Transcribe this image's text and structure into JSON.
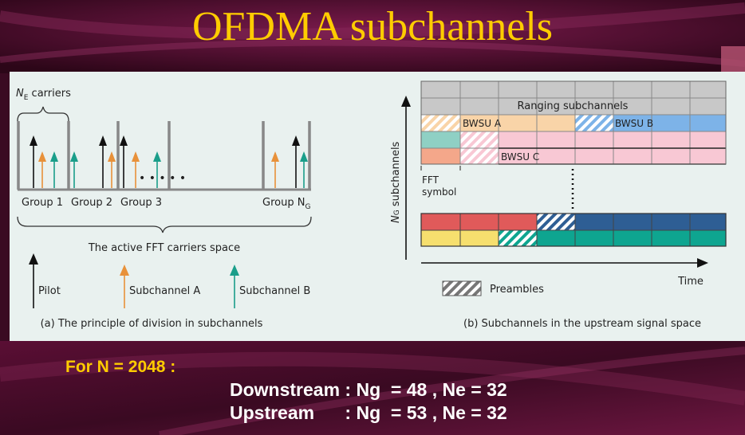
{
  "title": "OFDMA subchannels",
  "colors": {
    "title": "#ffcc00",
    "background": "#3a0a22",
    "panel": "#e9f1ef",
    "pilot": "#111111",
    "subchannel_a": "#e8913a",
    "subchannel_b": "#1a9e8a",
    "ranging": "#c8c8c8",
    "bwsu_a": "#f9d4a8",
    "bwsu_b": "#7db3e8",
    "pink": "#f8c8d4",
    "teal_light": "#8fd0c4",
    "salmon": "#f4a78a",
    "red": "#e05a5a",
    "yellow": "#f6df6e",
    "navy": "#2e5e94",
    "teal": "#0ea590"
  },
  "diagram_a": {
    "ne_label_prefix": "N",
    "ne_label_sub": "E",
    "ne_label_suffix": " carriers",
    "groups": [
      "Group 1",
      "Group 2",
      "Group 3"
    ],
    "ellipsis": "• • • • •",
    "last_group_prefix": "Group N",
    "last_group_sub": "G",
    "space_label": "The active FFT carriers space",
    "legend": {
      "pilot": "Pilot",
      "subchannel_a": "Subchannel A",
      "subchannel_b": "Subchannel B"
    },
    "caption": "(a) The principle of division in subchannels"
  },
  "diagram_b": {
    "y_axis_prefix": "N",
    "y_axis_sub": "G",
    "y_axis_suffix": " subchannels",
    "ranging_label": "Ranging subchannels",
    "bwsu_a": "BWSU A",
    "bwsu_b": "BWSU B",
    "bwsu_c": "BWSU C",
    "fft_symbol_line1": "FFT",
    "fft_symbol_line2": "symbol",
    "time_label": "Time",
    "preambles_label": "Preambles",
    "caption": "(b) Subchannels in the upstream signal space"
  },
  "footer": {
    "condition": "For N = 2048 :",
    "downstream": "Downstream : Ng  = 48 , Ne = 32",
    "upstream": "Upstream      : Ng  = 53 , Ne = 32"
  }
}
